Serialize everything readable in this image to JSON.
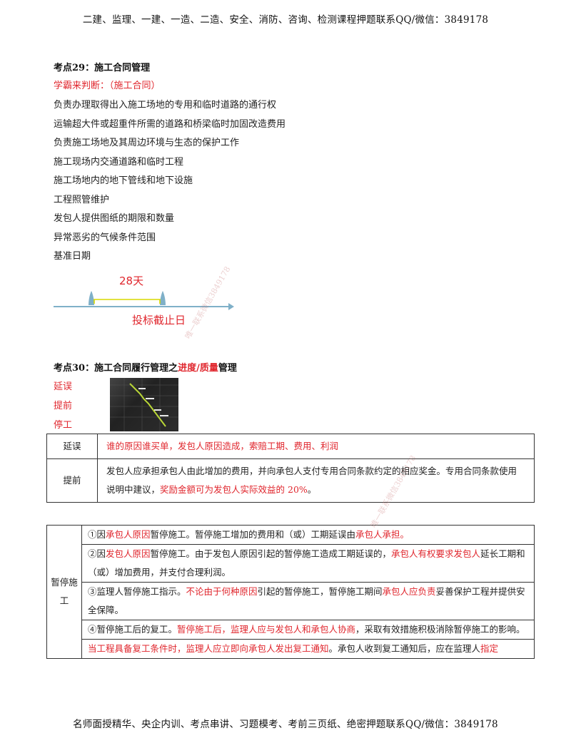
{
  "header": "二建、监理、一建、一造、二造、安全、消防、咨询、检测课程押题联系QQ/微信：3849178",
  "footer": "名师面授精华、央企内训、考点串讲、习题模考、考前三页纸、绝密押题联系QQ/微信：3849178",
  "section29": {
    "title": "考点29：施工合同管理",
    "subtitle": "学霸来判断：（施工合同）",
    "lines": [
      "负责办理取得出入施工场地的专用和临时道路的通行权",
      "运输超大件或超重件所需的道路和桥梁临时加固改造费用",
      "负责施工场地及其周边环境与生态的保护工作",
      "施工现场内交通道路和临时工程",
      "施工场地内的地下管线和地下设施",
      "工程照管维护",
      "发包人提供图纸的期限和数量",
      "异常恶劣的气候条件范围",
      "基准日期"
    ],
    "timeline": {
      "days_label": "28天",
      "deadline_label": "投标截止日"
    }
  },
  "section30": {
    "title_prefix": "考点30：施工合同履行管理之",
    "title_red": "进度/质量",
    "title_suffix": "管理",
    "side_words": [
      "延误",
      "提前",
      "停工"
    ]
  },
  "table1": {
    "rows": [
      {
        "key": "延误",
        "segments": [
          {
            "text": "谁的原因谁买单，发包人原因造成，索赔工期、费用、利润",
            "red": true
          }
        ]
      },
      {
        "key": "提前",
        "segments": [
          {
            "text": "发包人应承担承包人由此增加的费用，并向承包人支付专用合同条款约定的相应奖金。专用合同条款使用说明中建议，",
            "red": false
          },
          {
            "text": "奖励金额可为发包人实际效益的 20%",
            "red": true
          },
          {
            "text": "。",
            "red": false
          }
        ]
      }
    ]
  },
  "table2": {
    "key": "暂停施工",
    "rows": [
      [
        {
          "text": "①因",
          "red": false
        },
        {
          "text": "承包人原因",
          "red": true
        },
        {
          "text": "暂停施工。暂停施工增加的费用和（或）工期延误由",
          "red": false
        },
        {
          "text": "承包人承担。",
          "red": true
        }
      ],
      [
        {
          "text": "②因",
          "red": false
        },
        {
          "text": "发包人原因",
          "red": true
        },
        {
          "text": "暂停施工。由于发包人原因引起的暂停施工造成工期延误的，",
          "red": false
        },
        {
          "text": "承包人有权要求发包人",
          "red": true
        },
        {
          "text": "延长工期和（或）增加费用，并支付合理利润。",
          "red": false
        }
      ],
      [
        {
          "text": "③监理人暂停施工指示。",
          "red": false
        },
        {
          "text": "不论由于何种原因",
          "red": true
        },
        {
          "text": "引起的暂停施工，暂停施工期间",
          "red": false
        },
        {
          "text": "承包人应负责",
          "red": true
        },
        {
          "text": "妥善保护工程并提供安全保障。",
          "red": false
        }
      ],
      [
        {
          "text": "④暂停施工后的复工。",
          "red": false
        },
        {
          "text": "暂停施工后，监理人应与发包人和承包人协商",
          "red": true
        },
        {
          "text": "，采取有效措施积极消除暂停施工的影响。",
          "red": false
        }
      ],
      [
        {
          "text": "当工程具备复工条件时，监理人应立即向承包人发出复工通知",
          "red": true
        },
        {
          "text": "。承包人收到复工通知后，应在监理人",
          "red": false
        },
        {
          "text": "指定",
          "red": true
        }
      ]
    ]
  },
  "watermarks": [
    "唯一联系微信3849178",
    "唯一联系微信3849178"
  ],
  "colors": {
    "accent_red": "#e0262d",
    "timeline_blue": "#7fb0c8",
    "bracket_yellow": "#d8d800"
  }
}
